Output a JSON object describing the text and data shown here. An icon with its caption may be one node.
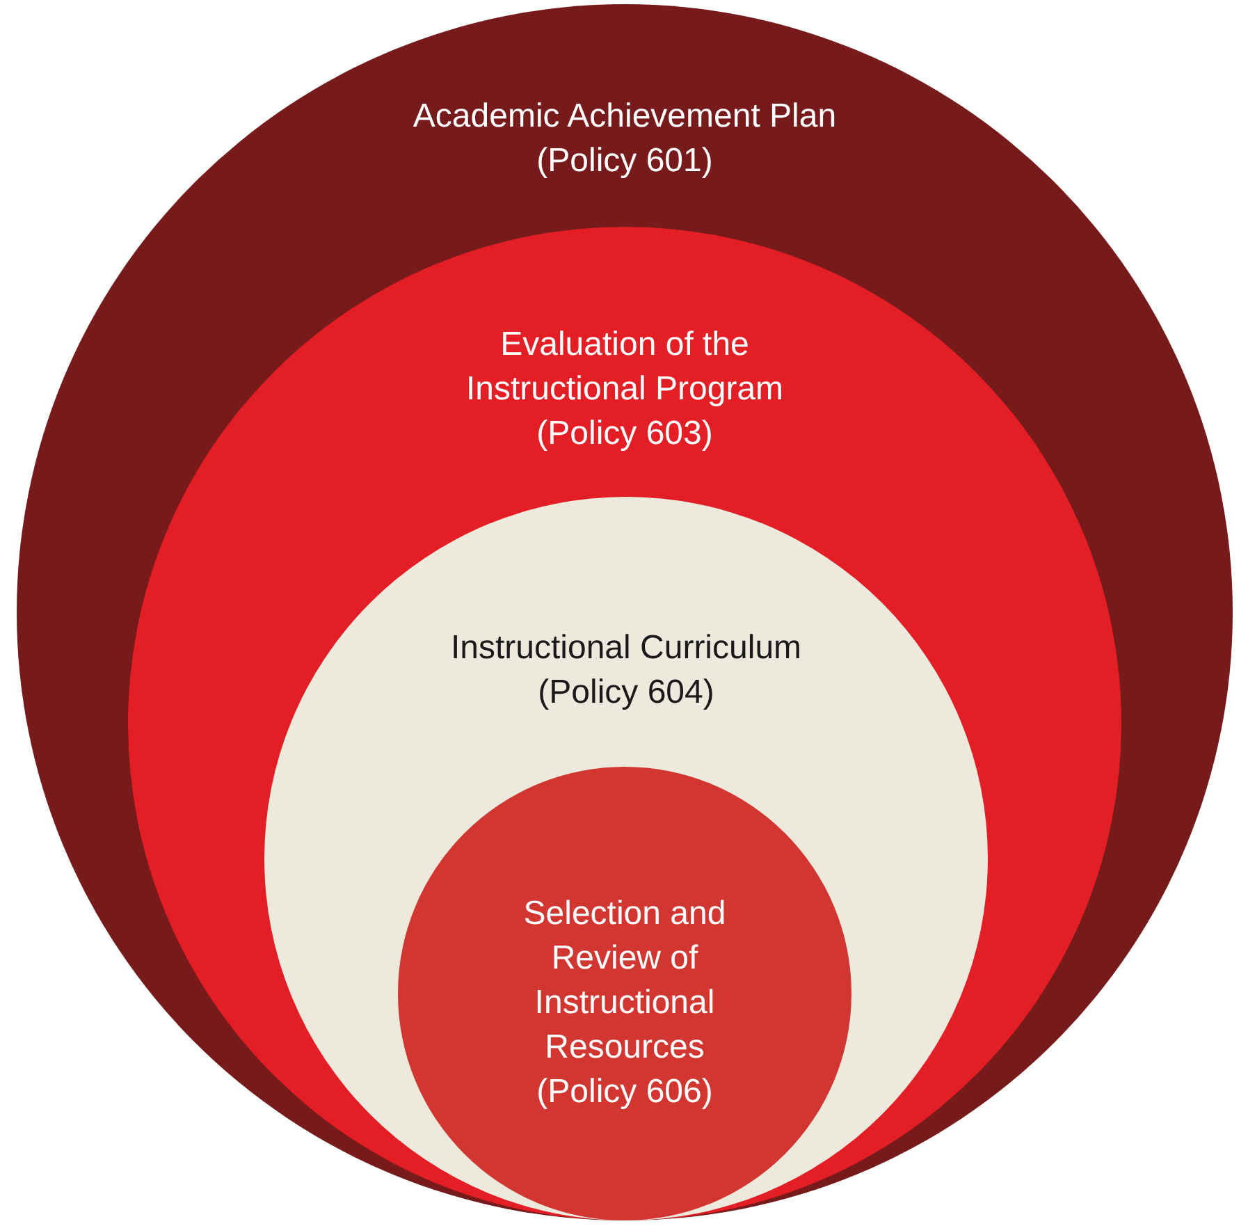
{
  "diagram": {
    "nodes": [
      {
        "text": [
          "Academic Achievement Plan (Policy 601)"
        ]
      },
      {
        "text": [
          "Evaluation of the Instructional Program (Policy 603)"
        ],
        "in": 0
      },
      {
        "text": [
          "Instructional Curriculum (Policy 604)"
        ],
        "in": 1
      },
      {
        "text": [
          "Selection and Review of Instructional Resources (Policy 606)"
        ],
        "in": 2
      }
    ]
  }
}
